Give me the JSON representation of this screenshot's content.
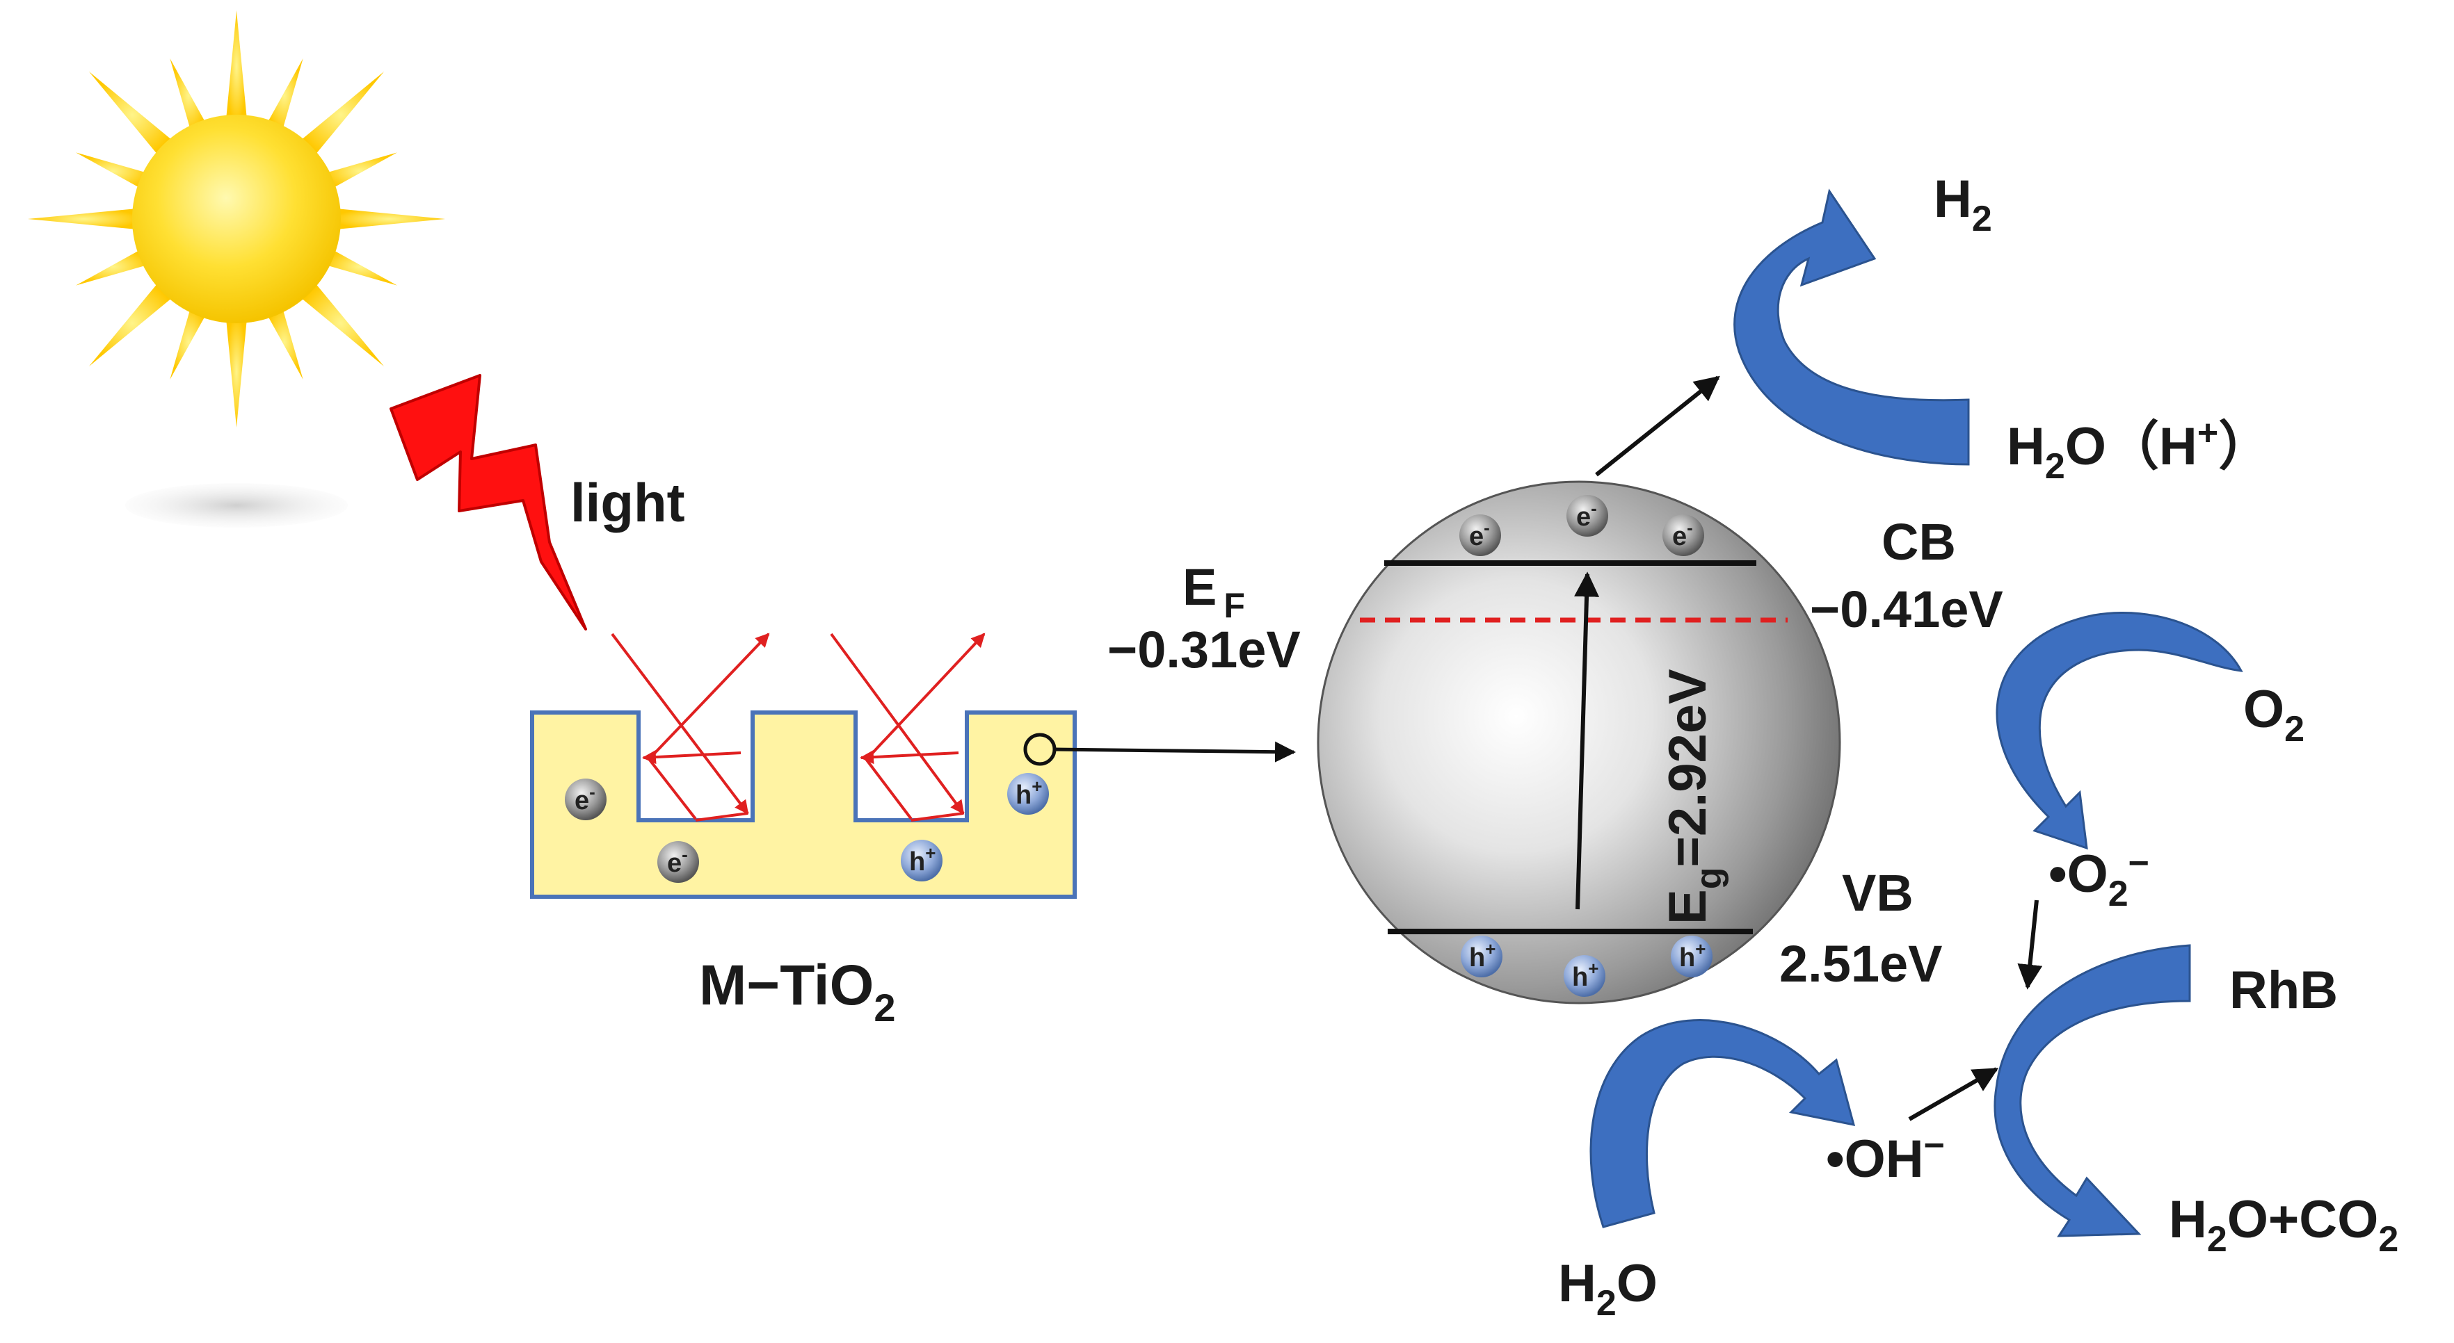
{
  "labels": {
    "light": "light",
    "material": {
      "main": "M−TiO",
      "sub": "2"
    },
    "fermi": {
      "main": "E",
      "sub": "F",
      "value": "−0.31eV"
    },
    "cb": {
      "name": "CB",
      "value": "−0.41eV"
    },
    "vb": {
      "name": "VB",
      "value": "2.51eV"
    },
    "bandgap": {
      "main": "E",
      "sub": "g",
      "value": "=2.92eV"
    },
    "h2": {
      "main": "H",
      "sub": "2"
    },
    "h2o_hplus": {
      "a": "H",
      "sub": "2",
      "b": "O",
      "c": "（H",
      "sup": "+",
      "d": "）"
    },
    "o2": {
      "main": "O",
      "sub": "2"
    },
    "superoxide": {
      "main": "•O",
      "sub": "2",
      "sup": "−"
    },
    "rhb": "RhB",
    "hydroxyl": {
      "main": "•OH",
      "sup": "−"
    },
    "h2o_bottom": {
      "a": "H",
      "sub": "2",
      "b": "O"
    },
    "products": {
      "a": "H",
      "sub1": "2",
      "b": "O+CO",
      "sub2": "2"
    },
    "electron": {
      "main": "e",
      "sup": "-"
    },
    "hole": {
      "main": "h",
      "sup": "+"
    }
  },
  "colors": {
    "sun": "#ffd21a",
    "bolt": "#ff1010",
    "slab_fill": "#fff3a3",
    "slab_stroke": "#4a73b8",
    "reflection": "#e02020",
    "fermi_line": "#e02020",
    "arc_arrow": "#3d6fc0",
    "text": "#1a1a1a"
  },
  "icons": [
    "sun-icon",
    "lightning-bolt-icon",
    "cloud-shadow-icon"
  ]
}
